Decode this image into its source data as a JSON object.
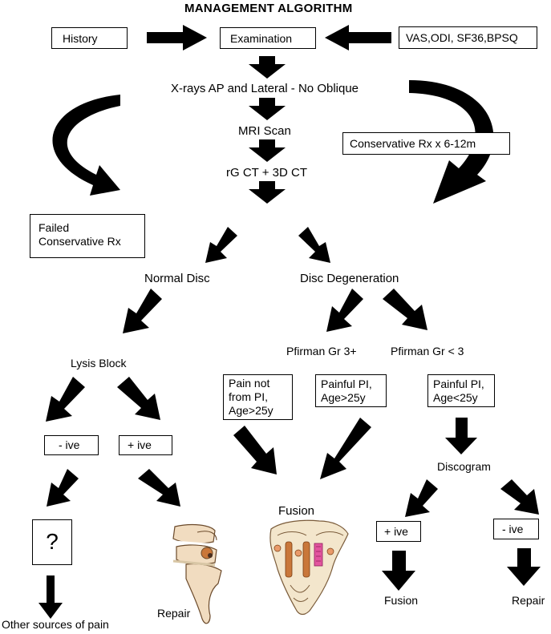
{
  "title": "MANAGEMENT  ALGORITHM",
  "boxes": {
    "history": "History",
    "examination": "Examination",
    "scores": "VAS,ODI, SF36,BPSQ",
    "conservative": "Conservative Rx x 6-12m",
    "failed_line1": "Failed",
    "failed_line2": "Conservative Rx",
    "neg_lysis": "- ive",
    "pos_lysis": "+ ive",
    "question": "?",
    "pain_not_line1": "Pain not",
    "pain_not_line2": "from PI,",
    "pain_not_line3": "Age>25y",
    "painful_line1": "Painful PI,",
    "painful_line2": "Age>25y",
    "painful_young_line1": "Painful PI,",
    "painful_young_line2": "Age<25y",
    "pos_discogram": "+ ive",
    "neg_discogram": "- ive"
  },
  "labels": {
    "xrays": "X-rays AP and Lateral - No Oblique",
    "mri": "MRI Scan",
    "ct": "rG CT + 3D CT",
    "normal_disc": "Normal Disc",
    "disc_degeneration": "Disc Degeneration",
    "lysis_block": "Lysis Block",
    "pfirman_high": "Pfirman Gr 3+",
    "pfirman_low": "Pfirman Gr < 3",
    "discogram": "Discogram",
    "fusion_center": "Fusion",
    "fusion_right": "Fusion",
    "repair_left": "Repair",
    "repair_right": "Repair",
    "other_sources": "Other sources of pain"
  }
}
